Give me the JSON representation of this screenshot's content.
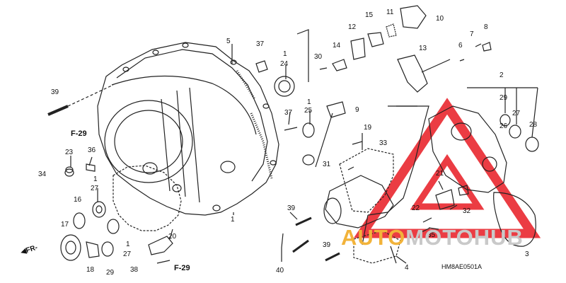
{
  "diagram": {
    "code": "HM8AE0501A",
    "direction_label": "FR-",
    "watermark": {
      "part1": "AUTO",
      "part2": "MOTO",
      "part3": "HUB"
    },
    "colors": {
      "watermark_triangle": "#e9282f",
      "watermark_text_a": "#f2b33a",
      "watermark_text_b": "#c9c9c9",
      "line": "#222222"
    },
    "labels": [
      {
        "id": "l5",
        "text": "5"
      },
      {
        "id": "l37a",
        "text": "37"
      },
      {
        "id": "l1a",
        "text": "1"
      },
      {
        "id": "l24",
        "text": "24"
      },
      {
        "id": "l30",
        "text": "30"
      },
      {
        "id": "l14",
        "text": "14"
      },
      {
        "id": "l12",
        "text": "12"
      },
      {
        "id": "l15",
        "text": "15"
      },
      {
        "id": "l11",
        "text": "11"
      },
      {
        "id": "l10",
        "text": "10"
      },
      {
        "id": "l7",
        "text": "7"
      },
      {
        "id": "l8",
        "text": "8"
      },
      {
        "id": "l6",
        "text": "6"
      },
      {
        "id": "l13",
        "text": "13"
      },
      {
        "id": "l39a",
        "text": "39"
      },
      {
        "id": "l1b",
        "text": "1"
      },
      {
        "id": "l25",
        "text": "25"
      },
      {
        "id": "l9",
        "text": "9"
      },
      {
        "id": "l37b",
        "text": "37"
      },
      {
        "id": "l2",
        "text": "2"
      },
      {
        "id": "l29a",
        "text": "29"
      },
      {
        "id": "l27a",
        "text": "27"
      },
      {
        "id": "l28",
        "text": "28"
      },
      {
        "id": "l26",
        "text": "26"
      },
      {
        "id": "l19",
        "text": "19"
      },
      {
        "id": "l33",
        "text": "33"
      },
      {
        "id": "l23",
        "text": "23"
      },
      {
        "id": "l36",
        "text": "36"
      },
      {
        "id": "l34",
        "text": "34"
      },
      {
        "id": "l31",
        "text": "31"
      },
      {
        "id": "l1c",
        "text": "1"
      },
      {
        "id": "l27b",
        "text": "27"
      },
      {
        "id": "l16",
        "text": "16"
      },
      {
        "id": "l21",
        "text": "21"
      },
      {
        "id": "l1d",
        "text": "1"
      },
      {
        "id": "l39b",
        "text": "39"
      },
      {
        "id": "l22",
        "text": "22"
      },
      {
        "id": "l32",
        "text": "32"
      },
      {
        "id": "l17",
        "text": "17"
      },
      {
        "id": "l20",
        "text": "20"
      },
      {
        "id": "l35",
        "text": "35"
      },
      {
        "id": "l1e",
        "text": "1"
      },
      {
        "id": "l27c",
        "text": "27"
      },
      {
        "id": "l39c",
        "text": "39"
      },
      {
        "id": "l3",
        "text": "3"
      },
      {
        "id": "l18",
        "text": "18"
      },
      {
        "id": "l29b",
        "text": "29"
      },
      {
        "id": "l38",
        "text": "38"
      },
      {
        "id": "l4",
        "text": "4"
      },
      {
        "id": "l40",
        "text": "40"
      }
    ],
    "refs": [
      {
        "id": "r1",
        "text": "F-29"
      },
      {
        "id": "r2",
        "text": "F-29"
      }
    ]
  }
}
